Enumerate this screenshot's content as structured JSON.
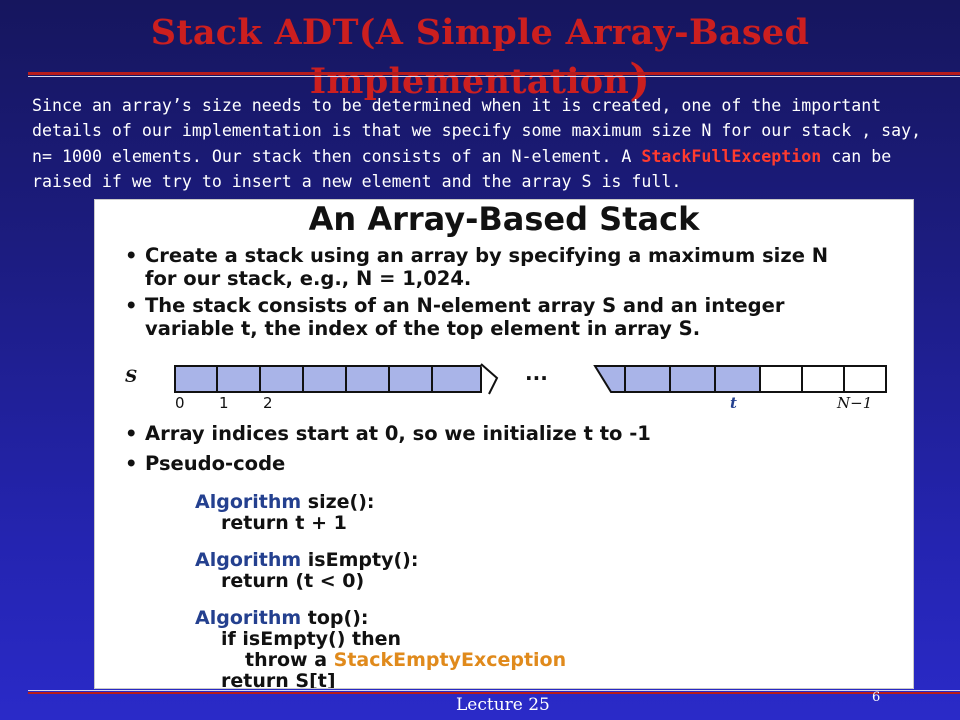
{
  "slide": {
    "title": "Stack ADT(A Simple Array-Based Implementation",
    "title_close": ")",
    "intro_part1": "Since an array’s size needs to be determined when it is created, one of the important details of our implementation is that we specify some maximum size N for our stack , say, n= 1000 elements. Our stack then consists of an N-element. A ",
    "intro_exception": "StackFullException",
    "intro_part2": " can be raised if we try to insert a new element and the array S is full.",
    "footer": "Lecture 25",
    "page_number": "6"
  },
  "panel": {
    "title": "An Array-Based Stack",
    "bullet1": "Create a stack using an array by specifying a maximum size N for our stack, e.g., N = 1,024.",
    "bullet2": "The stack consists of an N-element array S and an integer variable t, the index of the top element in array S.",
    "bullet3": "Array indices start at 0, so we initialize t to -1",
    "bullet4": "Pseudo-code",
    "array_label": "S",
    "ellipsis": "...",
    "idx0": "0",
    "idx1": "1",
    "idx2": "2",
    "idx_t": "t",
    "idx_last": "N−1",
    "code": {
      "algo_kw": "Algorithm",
      "size_sig": " size():",
      "size_ret_kw": "return",
      "size_ret_expr": " t + 1",
      "isempty_sig": " isEmpty():",
      "isempty_ret_kw": "return",
      "isempty_ret_expr": " (t < 0)",
      "top_sig": " top():",
      "top_if": "if isEmpty() then",
      "top_throw": "throw a ",
      "top_exc": "StackEmptyException",
      "top_ret_kw": "return",
      "top_ret_expr": " S[t]"
    }
  },
  "colors": {
    "title": "#cc1f1f",
    "exception_highlight": "#ff3b2f",
    "array_fill": "#a9b4e8",
    "keyword": "#24408f",
    "code_exception": "#e08a1c"
  }
}
